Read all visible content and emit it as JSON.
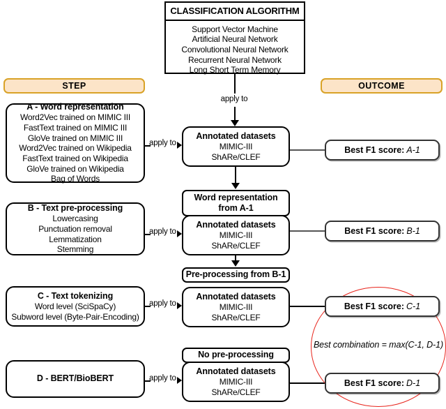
{
  "classification": {
    "header": "CLASSIFICATION ALGORITHM",
    "items": [
      "Support Vector Machine",
      "Artificial Neural Network",
      "Convolutional Neural Network",
      "Recurrent Neural Network",
      "Long Short Term Memory"
    ]
  },
  "headers": {
    "step": "STEP",
    "outcome": "OUTCOME"
  },
  "connectors": {
    "apply_to_main": "apply to",
    "apply_to_a": "apply to",
    "apply_to_b": "apply to",
    "apply_to_c": "apply to",
    "apply_to_d": "apply to"
  },
  "steps": [
    {
      "id": "A",
      "title": "A - Word representation",
      "items": [
        "Word2Vec trained on MIMIC III",
        "FastText trained on MIMIC III",
        "GloVe trained on MIMIC III",
        "Word2Vec trained on Wikipedia",
        "FastText trained on Wikipedia",
        "GloVe trained on Wikipedia",
        "Bag of Words"
      ]
    },
    {
      "id": "B",
      "title": "B - Text pre-processing",
      "items": [
        "Lowercasing",
        "Punctuation removal",
        "Lemmatization",
        "Stemming"
      ]
    },
    {
      "id": "C",
      "title": "C - Text tokenizing",
      "items": [
        "Word level (SciSpaCy)",
        "Subword level (Byte-Pair-Encoding)"
      ]
    },
    {
      "id": "D",
      "title": "D - BERT/BioBERT",
      "items": []
    }
  ],
  "datasets": {
    "title": "Annotated datasets",
    "items": [
      "MIMIC-III",
      "ShARe/CLEF"
    ]
  },
  "intermediate": {
    "word_representation_a1_line1": "Word representation",
    "word_representation_a1_line2": "from A-1",
    "preprocessing_b1": "Pre-processing from B-1",
    "no_preprocessing": "No pre-processing"
  },
  "outcomes": [
    {
      "label": "Best F1 score:",
      "value": "A-1"
    },
    {
      "label": "Best F1 score:",
      "value": "B-1"
    },
    {
      "label": "Best F1 score:",
      "value": "C-1"
    },
    {
      "label": "Best F1 score:",
      "value": "D-1"
    }
  ],
  "annotation": {
    "best_combination": "Best combination = max(C-1, D-1)"
  },
  "colors": {
    "pill_fill": "#fce4c8",
    "pill_border": "#d9a227",
    "circle": "#e8231a",
    "box_border": "#000000"
  }
}
